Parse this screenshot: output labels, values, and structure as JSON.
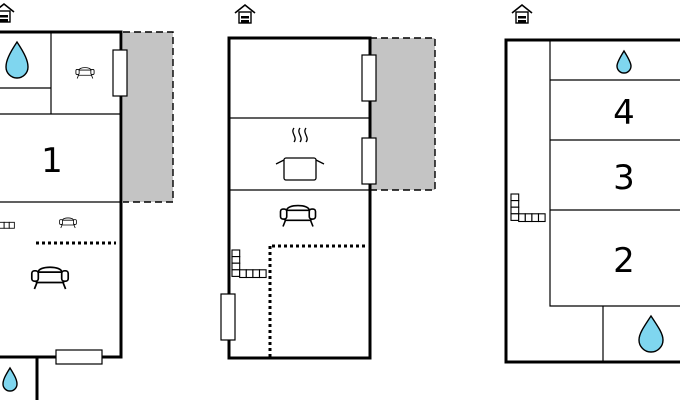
{
  "floor_plans": [
    {
      "rooms": [
        {
          "number": "1"
        }
      ]
    },
    {
      "rooms": []
    },
    {
      "rooms": [
        {
          "number": "4"
        },
        {
          "number": "3"
        },
        {
          "number": "2"
        }
      ]
    }
  ],
  "icons": [
    "house-icon",
    "water-drop-icon",
    "sofa-icon",
    "cooking-pot-icon",
    "staircase-icon"
  ],
  "colors": {
    "balcony": "#c4c4c4",
    "water": "#7fd6ef",
    "walls": "#000000"
  }
}
